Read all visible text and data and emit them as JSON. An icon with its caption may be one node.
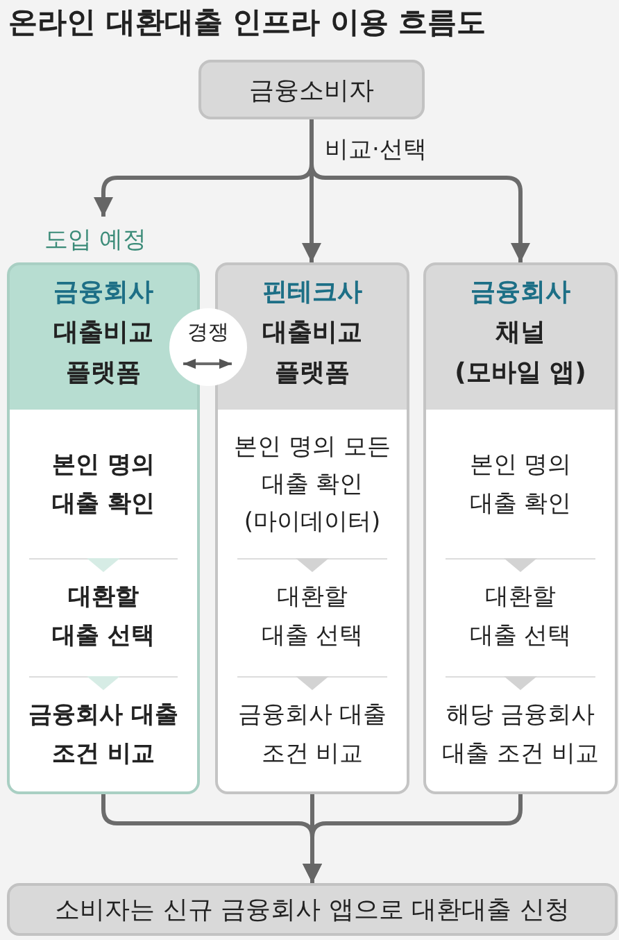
{
  "diagram": {
    "title": "온라인 대환대출 인프라 이용 흐름도",
    "nodes": [
      {
        "text": [
          "금융소비자"
        ]
      },
      {
        "text": [
          "금융회사 대출비교 플랫폼"
        ],
        "beside": [
          "도입 예정"
        ]
      },
      {
        "text": [
          "본인 명의 대출 확인"
        ],
        "in": 1
      },
      {
        "text": [
          "대환할 대출 선택"
        ],
        "in": 1
      },
      {
        "text": [
          "금융회사 대출 조건 비교"
        ],
        "in": 1
      },
      {
        "text": [
          "핀테크사 대출비교 플랫폼"
        ]
      },
      {
        "text": [
          "본인 명의 모든 대출 확인 (마이데이터)"
        ],
        "in": 5
      },
      {
        "text": [
          "대환할 대출 선택"
        ],
        "in": 5
      },
      {
        "text": [
          "금융회사 대출 조건 비교"
        ],
        "in": 5
      },
      {
        "text": [
          "금융회사 채널 (모바일 앱)"
        ]
      },
      {
        "text": [
          "본인 명의 대출 확인"
        ],
        "in": 9
      },
      {
        "text": [
          "대환할 대출 선택"
        ],
        "in": 9
      },
      {
        "text": [
          "해당 금융회사 대출 조건 비교"
        ],
        "in": 9
      },
      {
        "text": [
          "소비자는 신규 금융회사 앱으로 대환대출 신청"
        ]
      }
    ],
    "edges": [
      {
        "from": 0,
        "to": 1,
        "arrow": "to"
      },
      {
        "from": 0,
        "to": 5,
        "arrow": "to",
        "label": "비교·선택"
      },
      {
        "from": 0,
        "to": 9,
        "arrow": "to"
      },
      {
        "from": 1,
        "to": 5,
        "arrow": "both",
        "label": "경쟁"
      },
      {
        "from": 2,
        "to": 3,
        "arrow": "to"
      },
      {
        "from": 3,
        "to": 4,
        "arrow": "to"
      },
      {
        "from": 6,
        "to": 7,
        "arrow": "to"
      },
      {
        "from": 7,
        "to": 8,
        "arrow": "to"
      },
      {
        "from": 10,
        "to": 11,
        "arrow": "to"
      },
      {
        "from": 11,
        "to": 12,
        "arrow": "to"
      },
      {
        "from": 1,
        "to": 13,
        "arrow": "to"
      },
      {
        "from": 5,
        "to": 13,
        "arrow": "to"
      },
      {
        "from": 9,
        "to": 13,
        "arrow": "to"
      }
    ]
  }
}
